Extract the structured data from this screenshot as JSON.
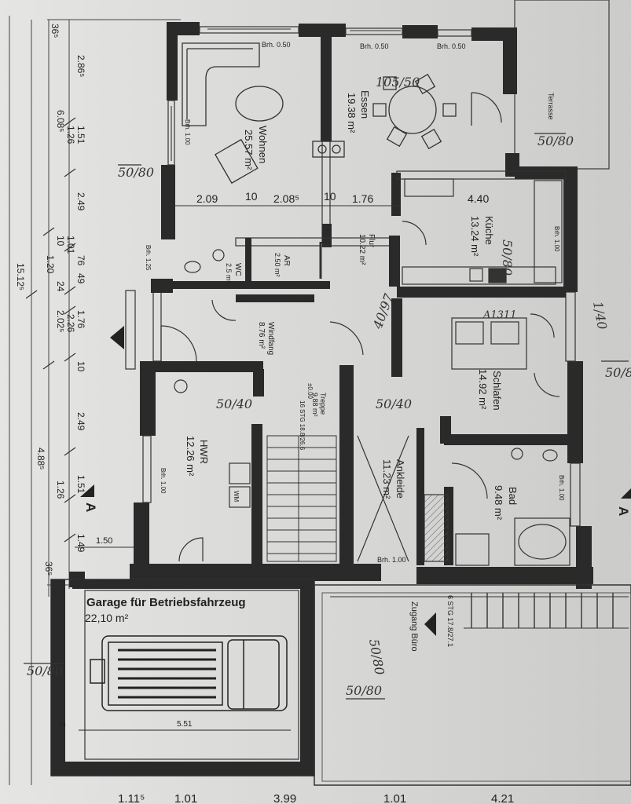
{
  "rooms": {
    "wohnen": {
      "name": "Wohnen",
      "area": "25.57 m²"
    },
    "essen": {
      "name": "Essen",
      "area": "19.38 m²"
    },
    "kueche": {
      "name": "Küche",
      "area": "13.24 m²"
    },
    "flur": {
      "name": "Flur",
      "area": "10.22 m²"
    },
    "wc": {
      "name": "WC",
      "area": "2.5 m²"
    },
    "ar": {
      "name": "AR",
      "area": "2.50 m²"
    },
    "windfang": {
      "name": "Windfang",
      "area": "8.76 m²"
    },
    "treppe": {
      "name": "Treppe",
      "area": "9.88 m²"
    },
    "stg": "16 STG 18.8/26.6",
    "schlafen": {
      "name": "Schlafen",
      "area": "14.92 m²"
    },
    "hwr": {
      "name": "HWR",
      "area": "12.26 m²"
    },
    "ankleide": {
      "name": "Ankleide",
      "area": "11.23 m²"
    },
    "bad": {
      "name": "Bad",
      "area": "9.48 m²"
    },
    "terrasse": "Terrasse",
    "wm": "WM"
  },
  "garage": {
    "title": "Garage für Betriebsfahrzeug",
    "area": "22,10 m²",
    "width": "5.51",
    "mark": "24"
  },
  "zugang": {
    "label": "Zugang Büro",
    "stg": "6 STG 17.8/27.1"
  },
  "brh": {
    "b050a": "Brh. 0.50",
    "b050b": "Brh. 0.50",
    "b050c": "Brh. 0.50",
    "b100a": "Brh. 1.00",
    "b125": "Brh. 1.25",
    "b100b": "Brh. 1.00",
    "b100c": "Brh. 1.00",
    "b100d": "Brh. 1.00",
    "b100e": "Brh. 1.00"
  },
  "dimensions": {
    "d209": "2.09",
    "d10a": "10",
    "d2085": "2.08⁵",
    "d10b": "10",
    "d176": "1.76",
    "d440": "4.40",
    "d150": "1.50",
    "left_col_a": [
      "36⁵",
      "2.86⁵",
      "1.51",
      "1.26",
      "6.08⁵",
      "2.49",
      "10",
      "1.01",
      "1.20",
      "76",
      "24",
      "49",
      "2.26",
      "2.02⁵",
      "1.76",
      "10",
      "15.12⁵",
      "2.49",
      "4.88⁵",
      "1.51",
      "1.26",
      "1.49",
      "36⁵"
    ],
    "bottom": [
      "1.11⁵",
      "1.01",
      "3.99",
      "1.01",
      "4.21"
    ],
    "hoehe": "±0.00"
  },
  "section_marks": {
    "left": "A",
    "right": "A"
  },
  "annotations": {
    "n1": "50/80",
    "n2": "50/80",
    "n3": "50/80",
    "n4": "50/80",
    "n5": "50/80",
    "n6": "50/80",
    "n7": "50/40",
    "n8": "50/40",
    "n9": "50/80",
    "n10": "105/50",
    "n11": "40/97",
    "n12": "1/40",
    "n13": "A1311"
  }
}
